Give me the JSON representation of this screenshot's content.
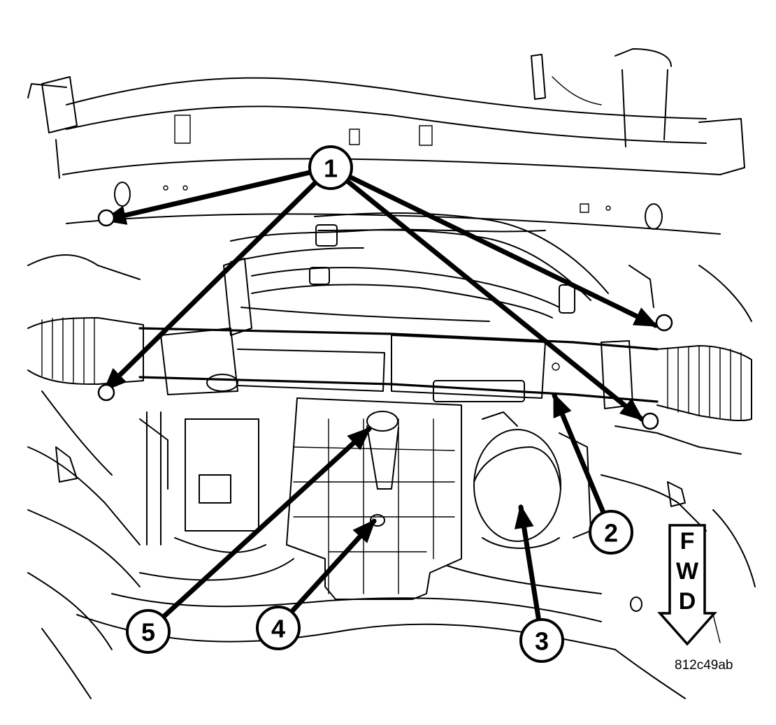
{
  "callouts": [
    "1",
    "2",
    "3",
    "4",
    "5"
  ],
  "fwd_indicator": {
    "letters": [
      "F",
      "W",
      "D"
    ]
  },
  "figure_id": "812c49ab"
}
